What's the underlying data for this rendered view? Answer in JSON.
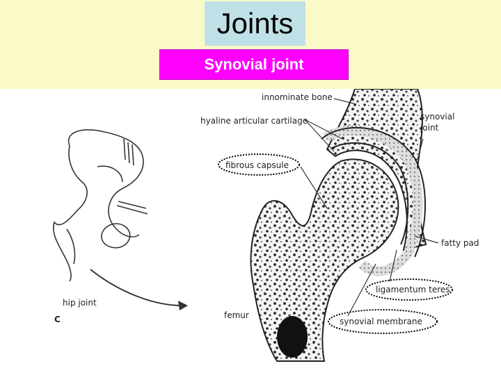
{
  "header": {
    "title": "Joints",
    "subtitle": "Synovial joint"
  },
  "figure": {
    "labels": {
      "innominate_bone": "innominate bone",
      "hyaline_cartilage": "hyaline articular cartilage",
      "fibrous_capsule": "fibrous capsule",
      "synovial_joint_line1": "synovial",
      "synovial_joint_line2": "joint",
      "fatty_pad": "fatty pad",
      "ligamentum_teres": "ligamentum teres",
      "synovial_membrane": "synovial membrane",
      "femur": "femur",
      "hip_joint": "hip joint",
      "panel_letter": "C"
    }
  },
  "colors": {
    "header_bg": "#fafac8",
    "title_bg": "#bfe0e6",
    "subtitle_bg": "#ff00ff",
    "subtitle_text": "#ffffff"
  }
}
